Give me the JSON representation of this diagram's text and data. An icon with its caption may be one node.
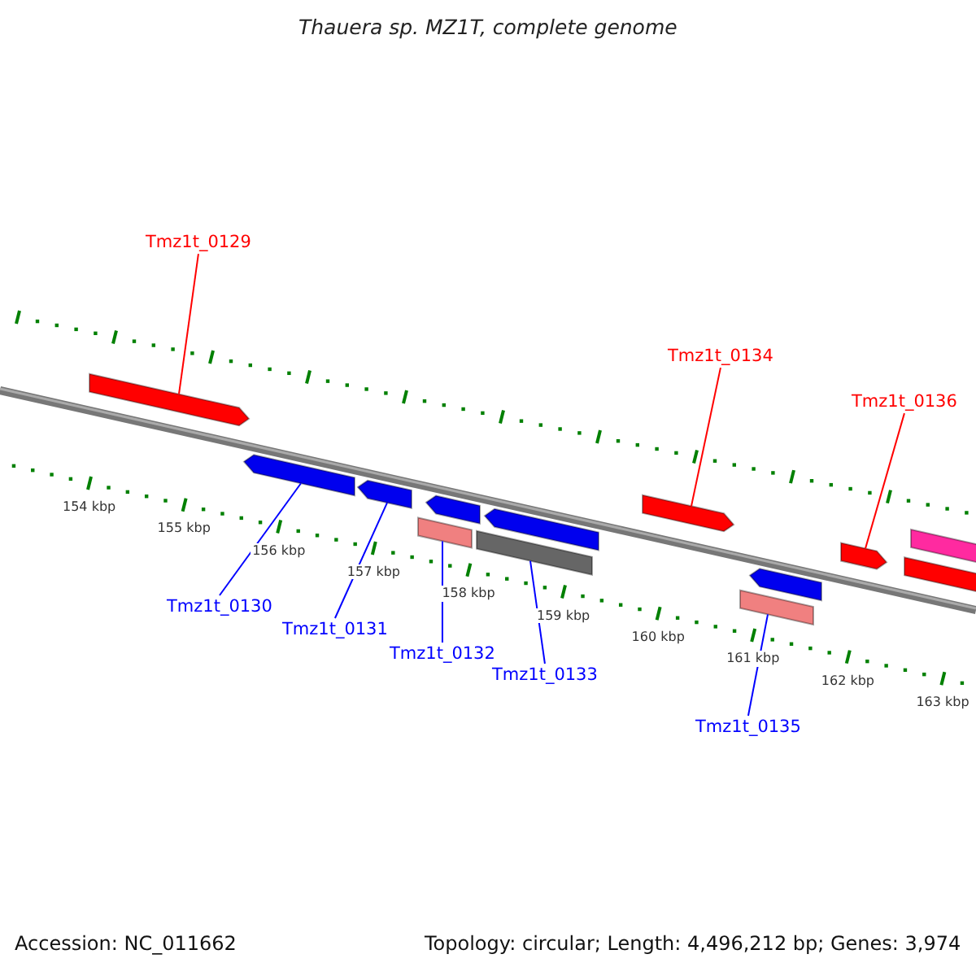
{
  "diagram": {
    "title": "Thauera sp. MZ1T, complete genome",
    "nodes": [
      {
        "text": [
          "Tmz1t_0129"
        ]
      },
      {
        "text": [
          "Tmz1t_0134"
        ]
      },
      {
        "text": [
          "Tmz1t_0136"
        ]
      },
      {
        "text": [
          "Tmz1t_0130"
        ]
      },
      {
        "text": [
          "Tmz1t_0131"
        ]
      },
      {
        "text": [
          "Tmz1t_0132"
        ]
      },
      {
        "text": [
          "Tmz1t_0133"
        ]
      },
      {
        "text": [
          "Tmz1t_0135"
        ]
      },
      {
        "text": [],
        "shape": "arrow"
      },
      {
        "text": [],
        "shape": "arrow"
      },
      {
        "text": [],
        "shape": "arrow"
      },
      {
        "text": [],
        "shape": "bar"
      },
      {
        "text": [],
        "shape": "arrow"
      },
      {
        "text": [],
        "shape": "bar"
      },
      {
        "text": [],
        "shape": "arrow"
      },
      {
        "text": [],
        "shape": "arrow"
      },
      {
        "text": [],
        "shape": "bar"
      },
      {
        "text": [],
        "shape": "arrow"
      },
      {
        "text": [],
        "shape": "arrow"
      },
      {
        "text": [],
        "shape": "arrow"
      },
      {
        "text": [],
        "shape": "arrow"
      }
    ],
    "edges": [
      {
        "from": 0,
        "to": 8,
        "arrow": "none",
        "color": "#ff0000"
      },
      {
        "from": 1,
        "to": 15,
        "arrow": "none",
        "color": "#ff0000"
      },
      {
        "from": 2,
        "to": 18,
        "arrow": "none",
        "color": "#ff0000"
      },
      {
        "from": 3,
        "to": 9,
        "arrow": "none"
      },
      {
        "from": 4,
        "to": 10,
        "arrow": "none"
      },
      {
        "from": 5,
        "to": 11,
        "arrow": "none"
      },
      {
        "from": 6,
        "to": 13,
        "arrow": "none"
      },
      {
        "from": 7,
        "to": 16,
        "arrow": "none"
      }
    ],
    "labels": [
      "154 kbp",
      "155 kbp",
      "156 kbp",
      "157 kbp",
      "158 kbp",
      "159 kbp",
      "160 kbp",
      "161 kbp",
      "162 kbp",
      "163 kbp",
      "Accession: NC_011662",
      "Topology: circular; Length: 4,496,212 bp; Genes: 3,974"
    ]
  }
}
